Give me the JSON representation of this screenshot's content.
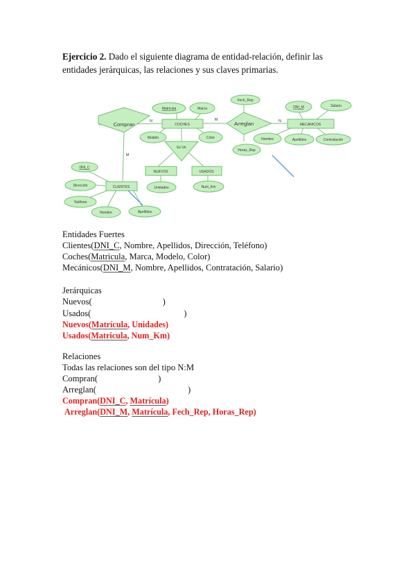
{
  "heading": {
    "label": "Ejercicio 2.",
    "text": "Dado el siguiente diagrama de entidad-relación,  definir las entidades jerárquicas, las relaciones y sus claves primarias."
  },
  "diagram": {
    "entities": {
      "coches": "COCHES",
      "mecanicos": "MECANICOS",
      "clientes": "CLIENTES",
      "nuevos": "NUEVOS",
      "usados": "USADOS"
    },
    "relations": {
      "compran": "Compran",
      "arreglan": "Arreglan",
      "es_un": "Es Un"
    },
    "attributes": {
      "matricula": "Matrícula",
      "marca": "Marca",
      "modelo": "Modelo",
      "color": "Color",
      "fech_rep": "Fech_Rep",
      "horas_rep": "Horas_Rep",
      "dni_m": "DNI_M",
      "salario": "Salario",
      "nombre_m": "Nombre",
      "apellidos_m": "Apellidos",
      "contratacion": "Contratación",
      "dni_c": "DNI_C",
      "direccion": "Dirección",
      "telefono": "Teléfono",
      "nombre_c": "Nombre",
      "apellidos_c": "Apellidos",
      "unidades": "Unidades",
      "num_km": "Num_Km"
    },
    "cardinalities": {
      "n1": "N",
      "m1": "M",
      "n2": "N",
      "m2": "M"
    }
  },
  "fuertes": {
    "title": "Entidades Fuertes",
    "clientes": {
      "pre": "Clientes(",
      "key": "DNI_C",
      "post": ", Nombre, Apellidos, Dirección, Teléfono)"
    },
    "coches": {
      "pre": "Coches(",
      "key": "Matricula",
      "post": ", Marca, Modelo, Color)"
    },
    "mecanicos": {
      "pre": "Mecánicos(",
      "key": "DNI_M",
      "post": ", Nombre, Apellidos, Contratación, Salario)"
    }
  },
  "jerarquicas": {
    "title": "Jerárquicas",
    "nuevos_open": "Nuevos(",
    "nuevos_close": ")",
    "usados_open": "Usados(",
    "usados_close": ")",
    "answer1": {
      "pre": "Nuevos(",
      "key": "Matrícula",
      "post": ", Unidades)"
    },
    "answer2": {
      "pre": "Usados(",
      "key": "Matricula",
      "post": ", Num_Km)"
    }
  },
  "relaciones": {
    "title": "Relaciones",
    "note": "Todas las relaciones son del tipo N:M",
    "compran_open": "Compran(",
    "compran_close": ")",
    "arreglan_open": "Arreglan(",
    "arreglan_close": ")",
    "answer1": {
      "pre": "Compran(",
      "k1": "DNI_C",
      "sep": ", ",
      "k2": "Matrícula",
      "post": ")"
    },
    "answer2": {
      "pre": "Arreglan(",
      "k1": "DNI_M",
      "sep": ", ",
      "k2": "Matrícula",
      "post": ", Fech_Rep, Horas_Rep)"
    }
  },
  "colors": {
    "answer_red": "#e0211d",
    "shape_fill": "#c6efc1",
    "shape_stroke": "#6fbf73",
    "connector": "#7fbf7f",
    "annotation_blue": "#3a8fd6"
  }
}
